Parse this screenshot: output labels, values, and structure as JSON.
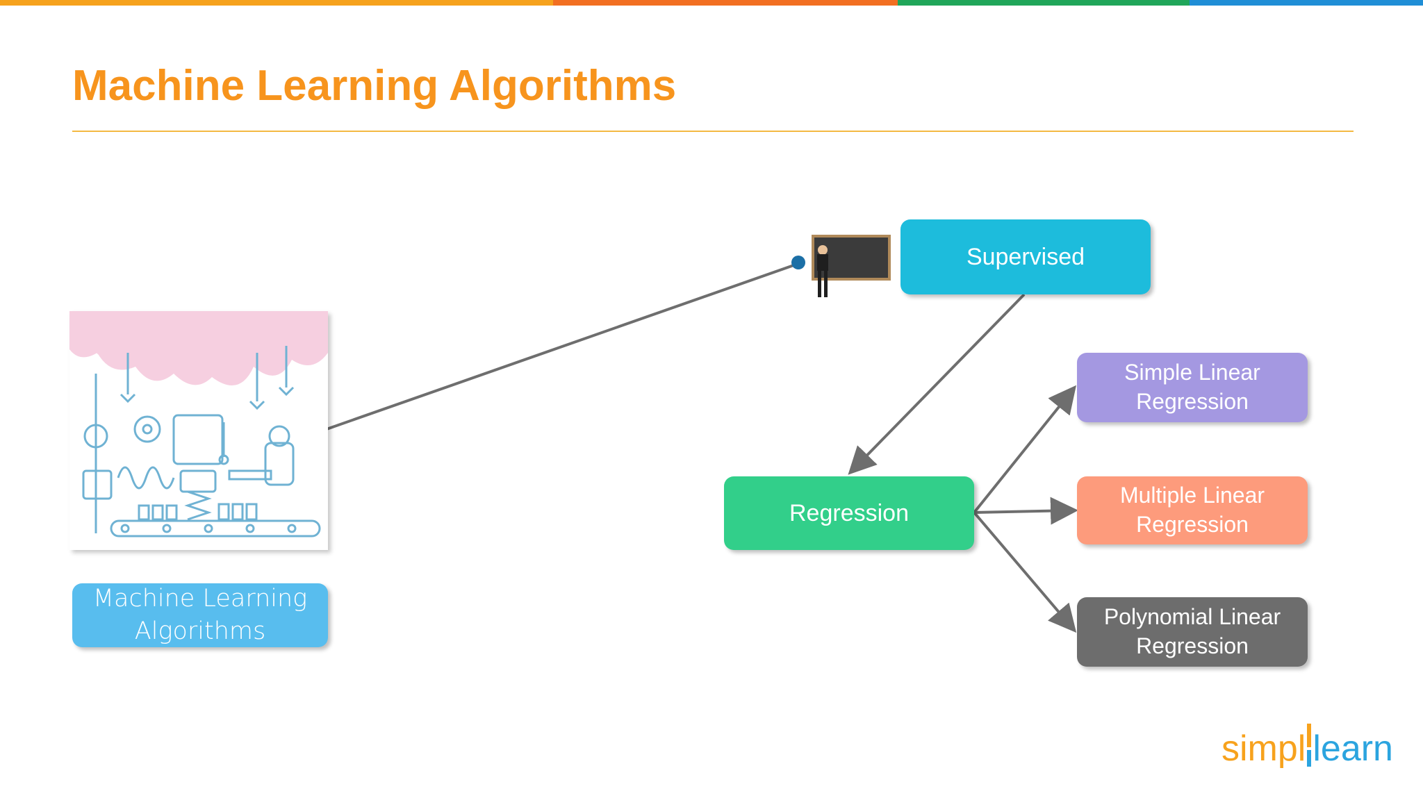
{
  "slide": {
    "title": "Machine Learning Algorithms",
    "accent_colors": [
      "#f6a21d",
      "#f26f21",
      "#20a65a",
      "#1f8ed6"
    ]
  },
  "diagram": {
    "ml_box": {
      "label": "Machine Learning\nAlgorithms",
      "color": "#58bdee"
    },
    "supervised": {
      "label": "Supervised",
      "color": "#1dbcdc"
    },
    "regression": {
      "label": "Regression",
      "color": "#32cf8a"
    },
    "types": [
      {
        "label": "Simple Linear\nRegression",
        "color": "#a498e1"
      },
      {
        "label": "Multiple Linear\nRegression",
        "color": "#fd9b7c"
      },
      {
        "label": "Polynomial Linear\nRegression",
        "color": "#6d6d6d"
      }
    ],
    "connector_color": "#6e6e6e"
  },
  "icons": {
    "illustration": "machine-learning-factory-illustration",
    "teacher": "teacher-blackboard-icon"
  },
  "logo": {
    "part1": "simpl",
    "part2": "learn",
    "color1": "#f7a21d",
    "color2": "#2ba4df"
  }
}
